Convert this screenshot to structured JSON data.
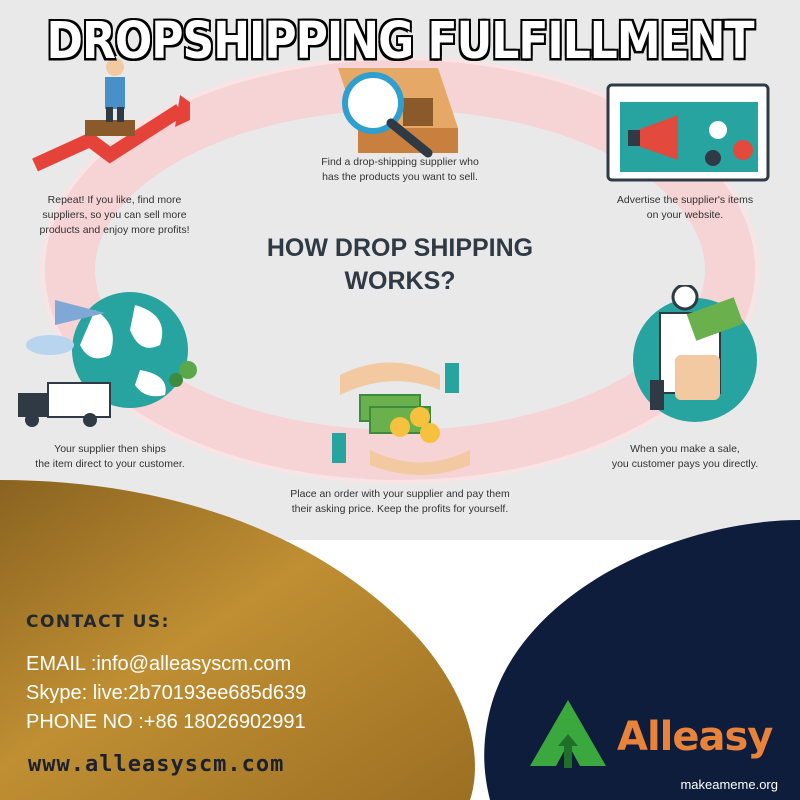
{
  "meme_title": "DROPSHIPPING FULFILLMENT",
  "infographic": {
    "title_line1": "HOW DROP SHIPPING",
    "title_line2": "WORKS?",
    "steps": {
      "find_supplier": [
        "Find a drop-shipping supplier who",
        "has the products you want to sell."
      ],
      "advertise": [
        "Advertise the supplier's items",
        "on your website."
      ],
      "sale": [
        "When you make a sale,",
        "you customer pays you directly."
      ],
      "order": [
        "Place an order with your supplier and pay them",
        "their asking price. Keep the profits for yourself."
      ],
      "ships": [
        "Your supplier then ships",
        "the item direct to your customer."
      ],
      "repeat": [
        "Repeat! If you like, find more",
        "suppliers, so you can sell more",
        "products and enjoy more profits!"
      ]
    }
  },
  "contact": {
    "heading": "CONTACT US:",
    "email": " EMAIL :info@alleasyscm.com",
    "skype": "Skype: live:2b70193ee685d639",
    "phone": "PHONE NO :+86 18026902991",
    "website": "www.alleasyscm.com"
  },
  "logo": {
    "name": "Alleasy"
  },
  "watermark": "makeameme.org",
  "colors": {
    "ring": "#f6d3d5",
    "gold": "#b8862c",
    "navy": "#0f1d3d",
    "logo_green": "#3aa83d",
    "logo_orange": "#e9833a",
    "teal": "#2a9d9a"
  }
}
